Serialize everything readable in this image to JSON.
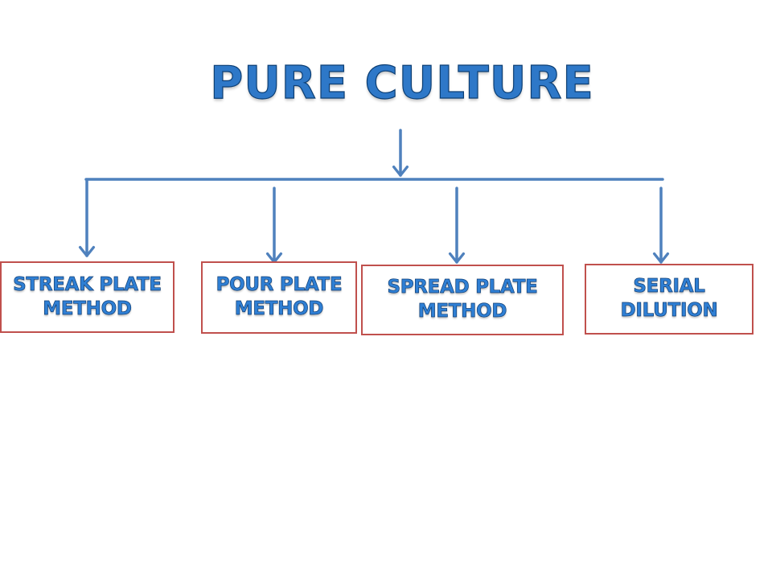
{
  "title": "PURE CULTURE",
  "methods": [
    {
      "label": "STREAK PLATE\nMETHOD"
    },
    {
      "label": "POUR PLATE\nMETHOD"
    },
    {
      "label": "SPREAD PLATE\nMETHOD"
    },
    {
      "label": "SERIAL\nDILUTION"
    }
  ],
  "colors": {
    "title": "#2e78c8",
    "connector": "#4f81bd",
    "box_border": "#c0504d",
    "label": "#2f7fd4"
  }
}
